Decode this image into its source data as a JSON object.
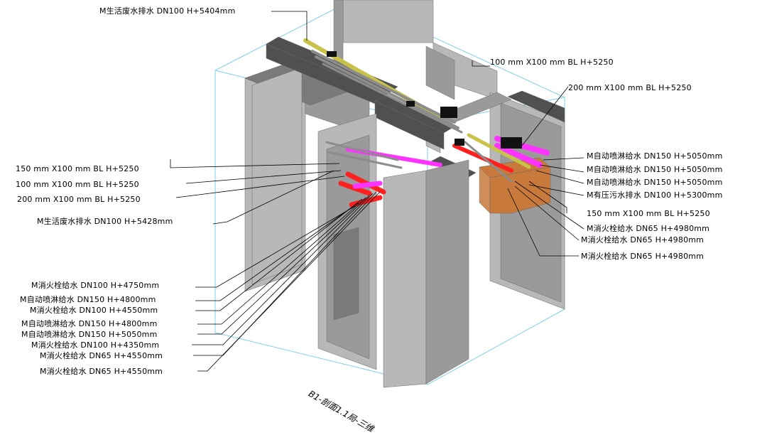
{
  "diagram": {
    "caption": "B1-剖面1.1局-三维",
    "labels": {
      "top_drain": "M生活废水排水 DN100 H+5404mm",
      "duct_a": "100 mm X100 mm BL H+5250",
      "duct_b": "200 mm X100 mm BL H+5250",
      "left_duct_1": "150 mm X100 mm BL H+5250",
      "left_duct_2": "100 mm X100 mm BL H+5250",
      "left_duct_3": "200 mm X100 mm BL H+5250",
      "left_drain": "M生活废水排水 DN100 H+5428mm",
      "r_sprinkler_1": "M自动喷淋给水 DN150 H+5050mm",
      "r_sprinkler_2": "M自动喷淋给水 DN150 H+5050mm",
      "r_sprinkler_3": "M自动喷淋给水 DN150 H+5050mm",
      "r_pressure_drain": "M有压污水排水 DN100 H+5300mm",
      "r_duct": "150 mm X100 mm BL H+5250",
      "r_fire_1": "M消火栓给水 DN65 H+4980mm",
      "r_fire_2": "M消火栓给水 DN65 H+4980mm",
      "r_fire_3": "M消火栓给水 DN65 H+4980mm",
      "l_1": "M消火栓给水 DN100 H+4750mm",
      "l_2": "M自动喷淋给水 DN150 H+4800mm",
      "l_3": "M消火栓给水 DN100 H+4550mm",
      "l_4": "M自动喷淋给水 DN150 H+4800mm",
      "l_5": "M自动喷淋给水 DN150 H+5050mm",
      "l_6": "M消火栓给水 DN100 H+4350mm",
      "l_7": "M消火栓给水 DN65 H+4550mm",
      "l_8": "M消火栓给水 DN65 H+4550mm"
    },
    "colors": {
      "wall_light": "#b8b8b8",
      "wall_mid": "#9a9a9a",
      "wall_dark": "#7a7a7a",
      "beam_dark": "#505050",
      "box_outline": "#7fd0e8",
      "pipe_yellow": "#c8c24a",
      "pipe_magenta": "#ff33ff",
      "pipe_red": "#ff2020",
      "pipe_grey": "#8c8c8c",
      "duct_orange": "#c87a3c",
      "leader": "#000000"
    }
  }
}
